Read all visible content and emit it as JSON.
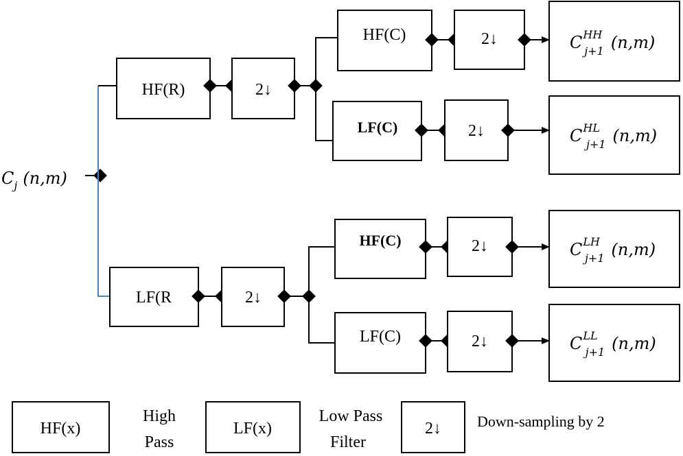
{
  "input": {
    "symbol": "C",
    "index": "j",
    "args": "(n,m)"
  },
  "row_filters": {
    "high": "HF(R)",
    "low": "LF(R"
  },
  "downsample_label": "2↓",
  "col_filters": {
    "hh": "HF(C)",
    "hl": "LF(C)",
    "lh": "HF(C)",
    "ll": "LF(C)"
  },
  "outputs": {
    "symbol": "C",
    "index": "j+1",
    "args": "(n,m)",
    "hh": "HH",
    "hl": "HL",
    "lh": "LH",
    "ll": "LL"
  },
  "legend": {
    "hf_box": "HF(x)",
    "hf_desc_1": "High",
    "hf_desc_2": "Pass",
    "lf_box": "LF(x)",
    "lf_desc_1": "Low Pass",
    "lf_desc_2": "Filter",
    "ds_box": "2↓",
    "ds_desc": "Down-sampling by 2"
  },
  "colors": {
    "ink": "#000000",
    "branch_line": "#4a7fc1"
  }
}
